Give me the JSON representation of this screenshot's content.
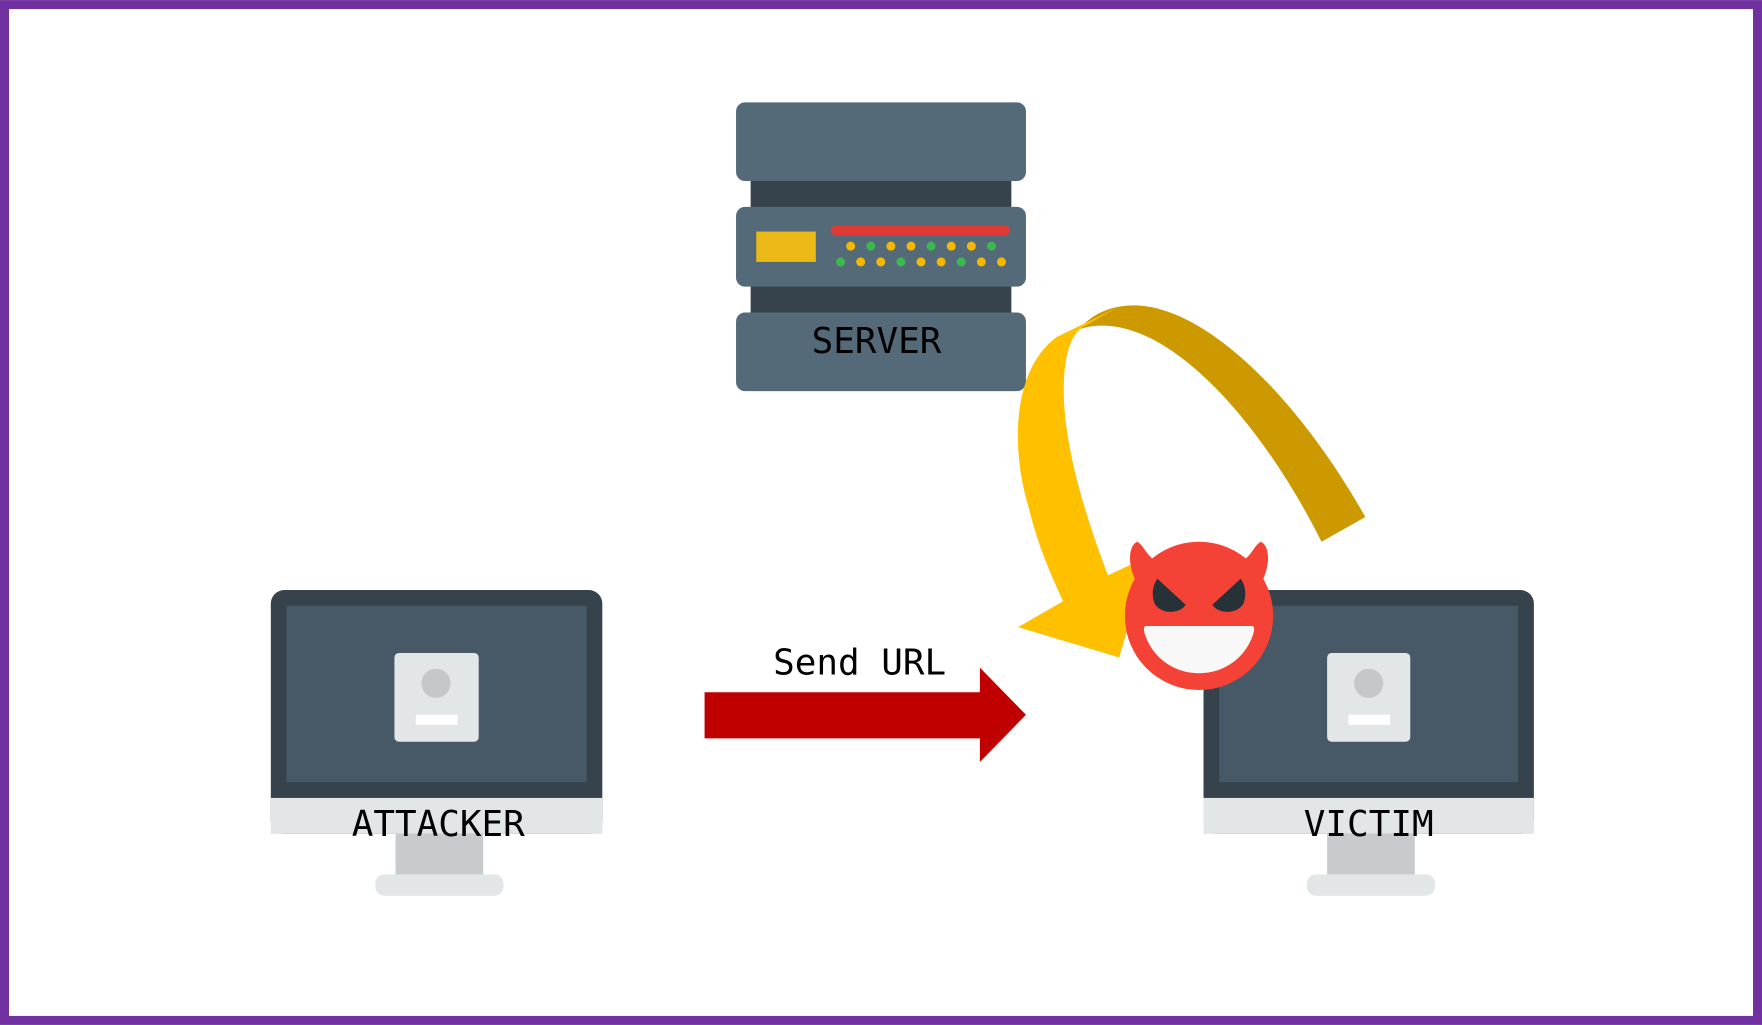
{
  "labels": {
    "server": "SERVER",
    "attacker": "ATTACKER",
    "victim": "VICTIM",
    "send_url": "Send URL"
  },
  "icons": {
    "server": "server-rack-icon",
    "attacker": "desktop-monitor-icon",
    "victim": "desktop-monitor-icon",
    "devil": "smiling-devil-face-icon",
    "send_arrow": "right-arrow-icon",
    "redirect_arrow": "curved-arrow-icon"
  },
  "colors": {
    "border": "#7030a0",
    "send_arrow": "#c00000",
    "curved_arrow_front": "#ffc000",
    "curved_arrow_back": "#cc9900",
    "devil": "#f44336",
    "server_body": "#546a79",
    "server_dark": "#36434d",
    "monitor_screen": "#475866",
    "monitor_bezel": "#36434d"
  }
}
